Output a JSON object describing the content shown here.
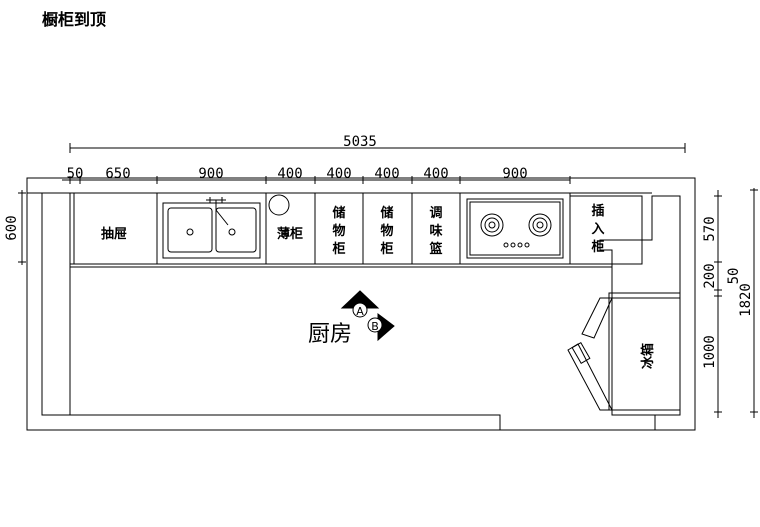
{
  "title": "橱柜到顶",
  "room_label": "厨房",
  "markers": {
    "a": "A",
    "b": "B"
  },
  "dimensions": {
    "total": "5035",
    "segments": [
      "50",
      "650",
      "900",
      "400",
      "400",
      "400",
      "400",
      "900"
    ],
    "left_depth": "600",
    "right": [
      "570",
      "200",
      "1000"
    ],
    "right_small": "50",
    "right_total": "1820"
  },
  "cabinets": {
    "drawer": "抽屉",
    "thin": "薄柜",
    "storage1": [
      "储",
      "物",
      "柜"
    ],
    "storage2": [
      "储",
      "物",
      "柜"
    ],
    "spice": [
      "调",
      "味",
      "篮"
    ],
    "insert": [
      "插",
      "入",
      "柜"
    ],
    "fridge": "冰箱"
  }
}
